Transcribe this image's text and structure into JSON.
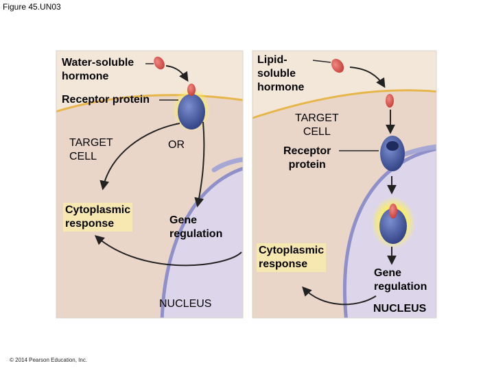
{
  "figure_title": "Figure 45.UN03",
  "copyright": "© 2014 Pearson Education, Inc.",
  "left_panel": {
    "hormone_label": [
      "Water-soluble",
      "hormone"
    ],
    "receptor_label": "Receptor protein",
    "target_label": [
      "TARGET",
      "CELL"
    ],
    "or_label": "OR",
    "cytoplasmic_label": [
      "Cytoplasmic",
      "response"
    ],
    "gene_label": [
      "Gene",
      "regulation"
    ],
    "nucleus_label": "NUCLEUS"
  },
  "right_panel": {
    "hormone_label": [
      "Lipid-",
      "soluble",
      "hormone"
    ],
    "target_label": [
      "TARGET",
      "CELL"
    ],
    "receptor_label": [
      "Receptor",
      "protein"
    ],
    "cytoplasmic_label": [
      "Cytoplasmic",
      "response"
    ],
    "gene_label": [
      "Gene",
      "regulation"
    ],
    "nucleus_label": "NUCLEUS"
  },
  "colors": {
    "extracellular": "#f3e7d9",
    "cytoplasm": "#ead6c9",
    "nucleus": "#ddd6ea",
    "membrane": "#e6b64a",
    "er": "#8f8fc9",
    "hormone": "#d9534f",
    "receptor": "#3d4f92",
    "glow": "#fbf07a"
  }
}
